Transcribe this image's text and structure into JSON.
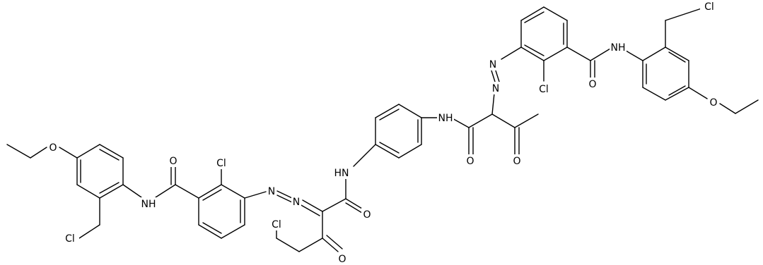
{
  "diagram": {
    "type": "chemical-structure",
    "atoms": {
      "cl_top_right": "Cl",
      "nh_top_right": "N​H",
      "o_top_amide": "O",
      "cl_top_ring": "Cl",
      "n_top_azo1": "N",
      "n_top_azo2": "N",
      "o_top_ether": "O",
      "nh_center_right": "NH",
      "o_center_amide_right": "O",
      "o_center_ketone_right": "O",
      "nh_center_left": "HN",
      "o_center_amide_left": "O",
      "cl_left_ring": "Cl",
      "n_left_azo1": "N",
      "n_left_azo2": "N",
      "o_left_amide": "O",
      "nh_left": "N​H",
      "o_left_ether": "O",
      "cl_left_benzyl": "Cl",
      "cl_chain": "Cl",
      "o_left_ketone": "O"
    }
  }
}
